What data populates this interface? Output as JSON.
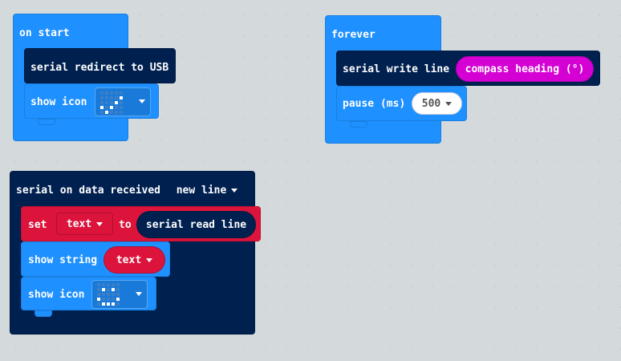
{
  "on_start": {
    "title": "on start",
    "serial_redirect": "serial redirect to USB",
    "show_icon_label": "show icon",
    "icon_name": "checkmark-icon"
  },
  "forever": {
    "title": "forever",
    "serial_write_line": "serial write line",
    "compass_heading": "compass heading (°)",
    "pause_label": "pause (ms)",
    "pause_value": "500"
  },
  "serial_on_data": {
    "title": "serial on data received",
    "delimiter": "new line",
    "set_label": "set",
    "var_name": "text",
    "to_label": "to",
    "serial_read_line": "serial read line",
    "show_string_label": "show string",
    "string_var": "text",
    "show_icon_label": "show icon",
    "icon_name": "happy-face-icon"
  },
  "colors": {
    "basic": "#1e90ff",
    "serial": "#002050",
    "variables": "#dc143c",
    "input": "#d400d4"
  }
}
